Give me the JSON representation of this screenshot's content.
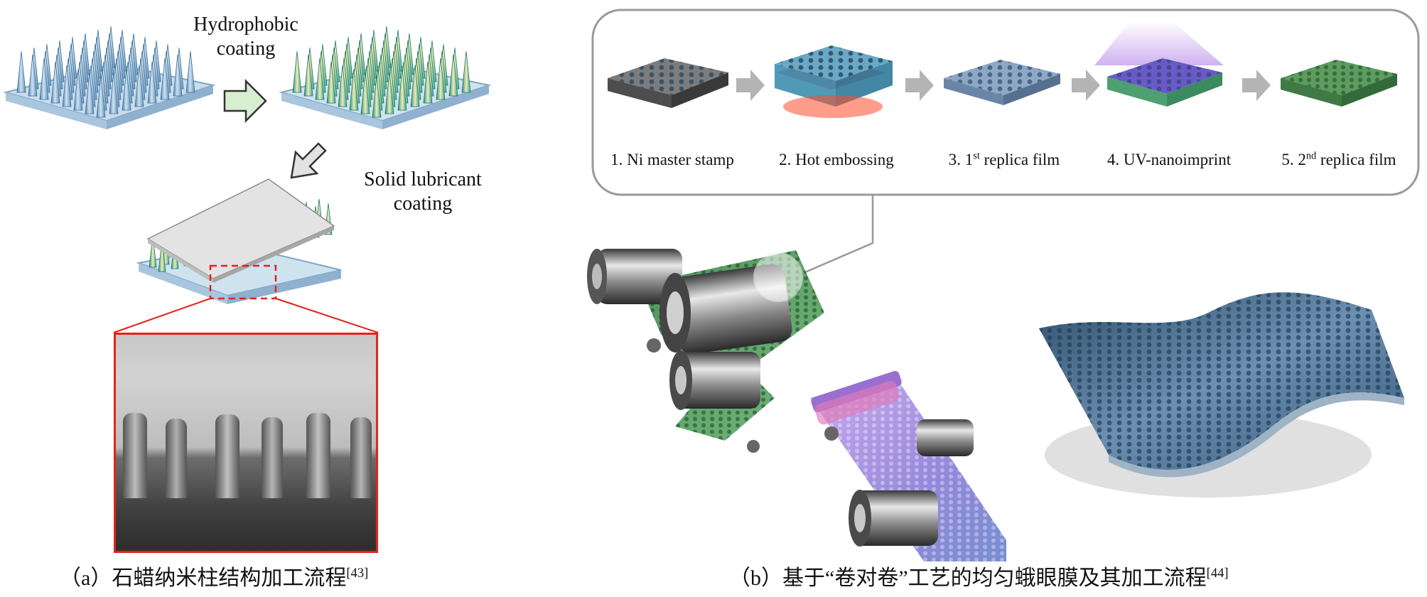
{
  "panel_a": {
    "step1_label_line1": "Hydrophobic",
    "step1_label_line2": "coating",
    "step2_label_line1": "Solid lubricant",
    "step2_label_line2": "coating",
    "caption": "（a）石蜡纳米柱结构加工流程",
    "caption_ref": "[43]"
  },
  "panel_b": {
    "steps": [
      {
        "label": "1. Ni master stamp",
        "sup": "",
        "rest": ""
      },
      {
        "label": "2. Hot embossing",
        "sup": "",
        "rest": ""
      },
      {
        "label": "3. 1",
        "sup": "st",
        "rest": " replica film"
      },
      {
        "label": "4. UV-nanoimprint",
        "sup": "",
        "rest": ""
      },
      {
        "label": "5. 2",
        "sup": "nd",
        "rest": " replica film"
      }
    ],
    "caption": "（b）基于“卷对卷”工艺的均匀蛾眼膜及其加工流程",
    "caption_ref": "[44]"
  },
  "colors": {
    "cone_blue": "#8fb7d6",
    "cone_green": "#3fb8a4",
    "cone_yellow": "#efe3a2",
    "highlight_red": "#e2231a",
    "film_green": "#4c9a5a",
    "film_purple": "#9a7ed8",
    "panel_border": "#9a9a9a"
  }
}
